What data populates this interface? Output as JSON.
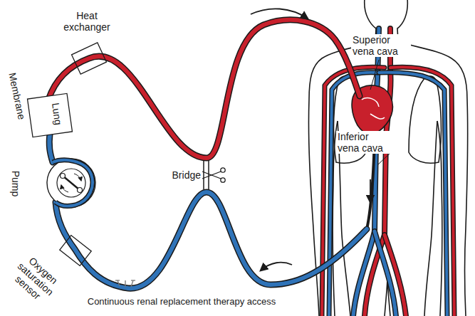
{
  "diagram": {
    "labels": [
      "Heat exchanger",
      "Membrane",
      "Lung",
      "Pump",
      "Bridge",
      "Oxygen saturation sensor",
      "Continuous renal replacement therapy access",
      "Superior vena cava",
      "Inferior vena cava"
    ]
  }
}
